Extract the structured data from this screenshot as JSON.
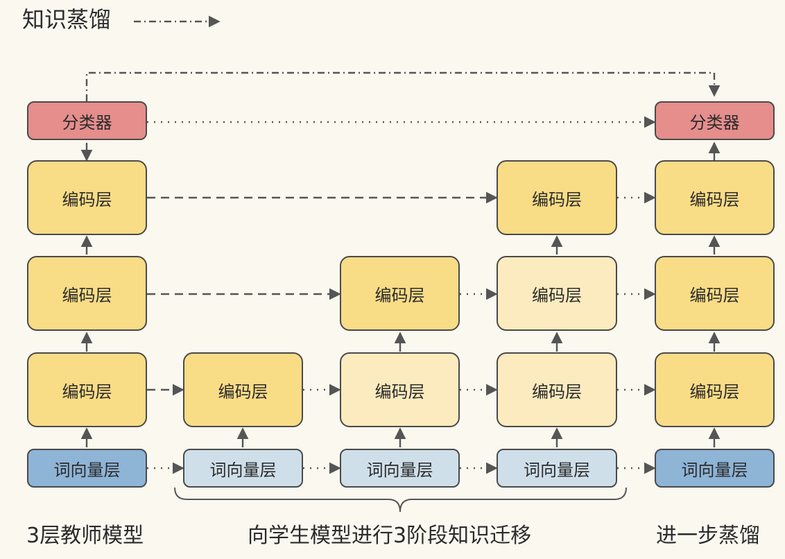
{
  "legend": {
    "title": "知识蒸馏"
  },
  "labels": {
    "classifier": "分类器",
    "encoder": "编码层",
    "embedding": "词向量层"
  },
  "captions": {
    "teacher": "3层教师模型",
    "transfer": "向学生模型进行3阶段知识迁移",
    "further": "进一步蒸馏"
  },
  "colors": {
    "encoder_active": "#f9dc86",
    "encoder_inactive": "#fcebbe",
    "classifier": "#e58e8c",
    "embedding_teacher": "#8eb4d6",
    "embedding_student": "#cfdfea",
    "background": "#fbf8f0"
  }
}
